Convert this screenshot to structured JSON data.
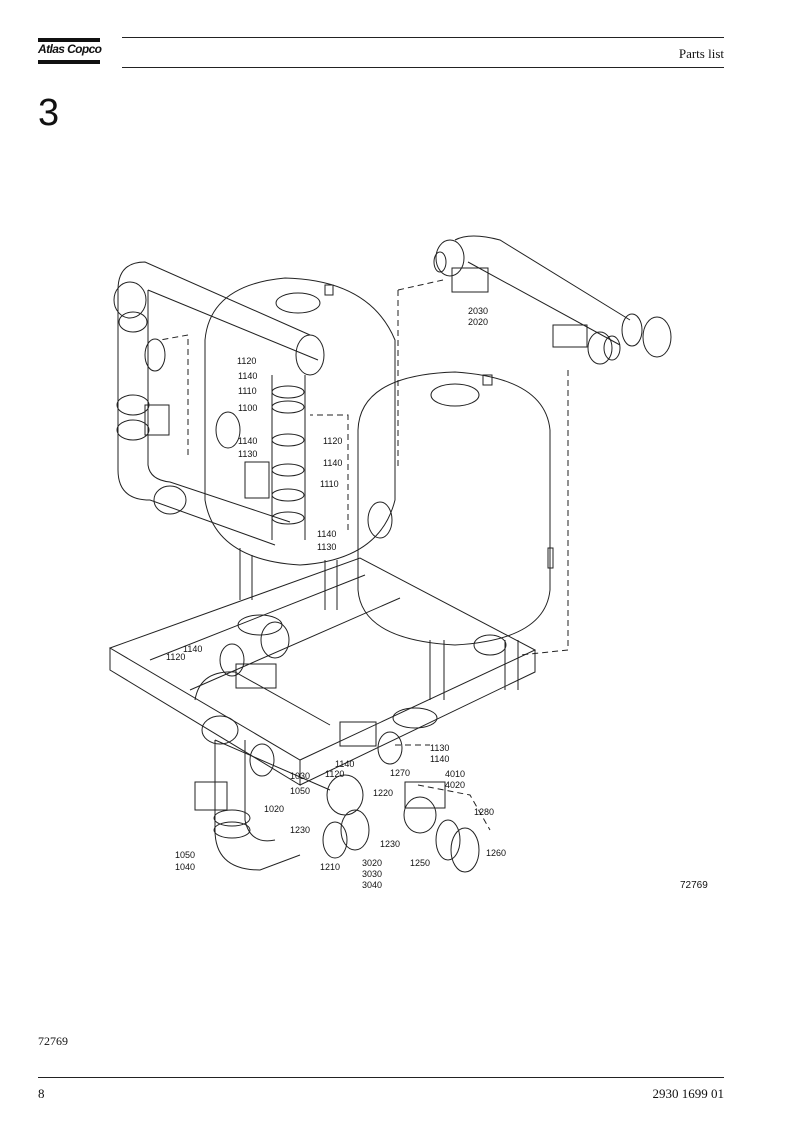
{
  "header": {
    "brand": "Atlas Copco",
    "title": "Parts list"
  },
  "section": {
    "number": "3"
  },
  "drawing": {
    "figure_id": "72769",
    "callouts": [
      {
        "text": "1120"
      },
      {
        "text": "1140"
      },
      {
        "text": "1110"
      },
      {
        "text": "1100"
      },
      {
        "text": "1140"
      },
      {
        "text": "1120"
      },
      {
        "text": "1130"
      },
      {
        "text": "1140"
      },
      {
        "text": "1110"
      },
      {
        "text": "1140"
      },
      {
        "text": "1130"
      },
      {
        "text": "2030"
      },
      {
        "text": "2020"
      },
      {
        "text": "1140"
      },
      {
        "text": "1120"
      },
      {
        "text": "1130"
      },
      {
        "text": "1140"
      },
      {
        "text": "1030"
      },
      {
        "text": "1050"
      },
      {
        "text": "1020"
      },
      {
        "text": "1140"
      },
      {
        "text": "1120"
      },
      {
        "text": "1270"
      },
      {
        "text": "4010"
      },
      {
        "text": "4020"
      },
      {
        "text": "1220"
      },
      {
        "text": "1280"
      },
      {
        "text": "1230"
      },
      {
        "text": "1230"
      },
      {
        "text": "1260"
      },
      {
        "text": "1050"
      },
      {
        "text": "1040"
      },
      {
        "text": "1210"
      },
      {
        "text": "3020"
      },
      {
        "text": "3030"
      },
      {
        "text": "3040"
      },
      {
        "text": "1250"
      }
    ]
  },
  "reference": "72769",
  "footer": {
    "page_number": "8",
    "doc_number": "2930 1699 01"
  }
}
